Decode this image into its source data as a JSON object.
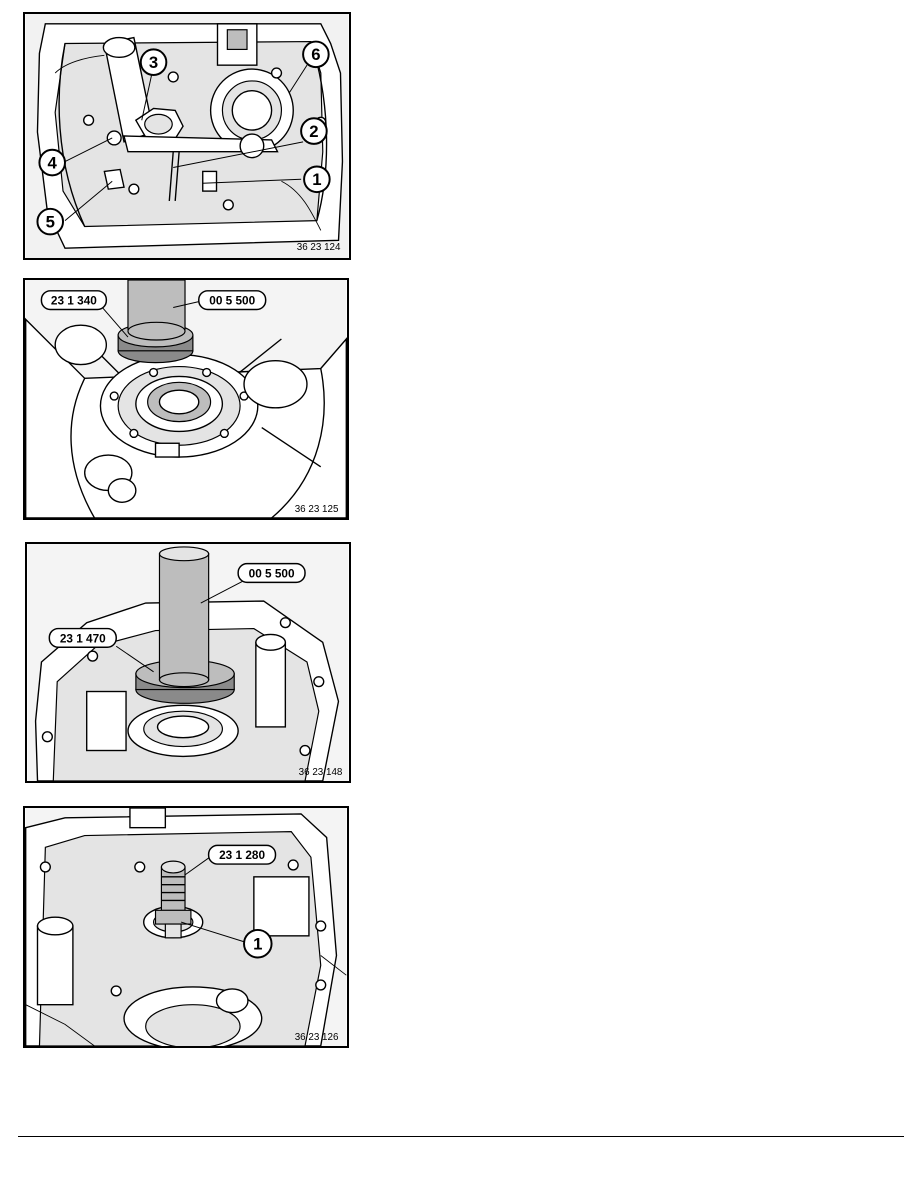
{
  "figures": [
    {
      "id": "36 23 124",
      "callouts": [
        "1",
        "2",
        "3",
        "4",
        "5",
        "6"
      ]
    },
    {
      "id": "36 23 125",
      "tools": [
        "23 1 340",
        "00 5 500"
      ]
    },
    {
      "id": "36 23 148",
      "tools": [
        "00 5 500",
        "23 1 470"
      ]
    },
    {
      "id": "36 23 126",
      "tools": [
        "23 1 280"
      ],
      "callouts": [
        "1"
      ]
    }
  ]
}
